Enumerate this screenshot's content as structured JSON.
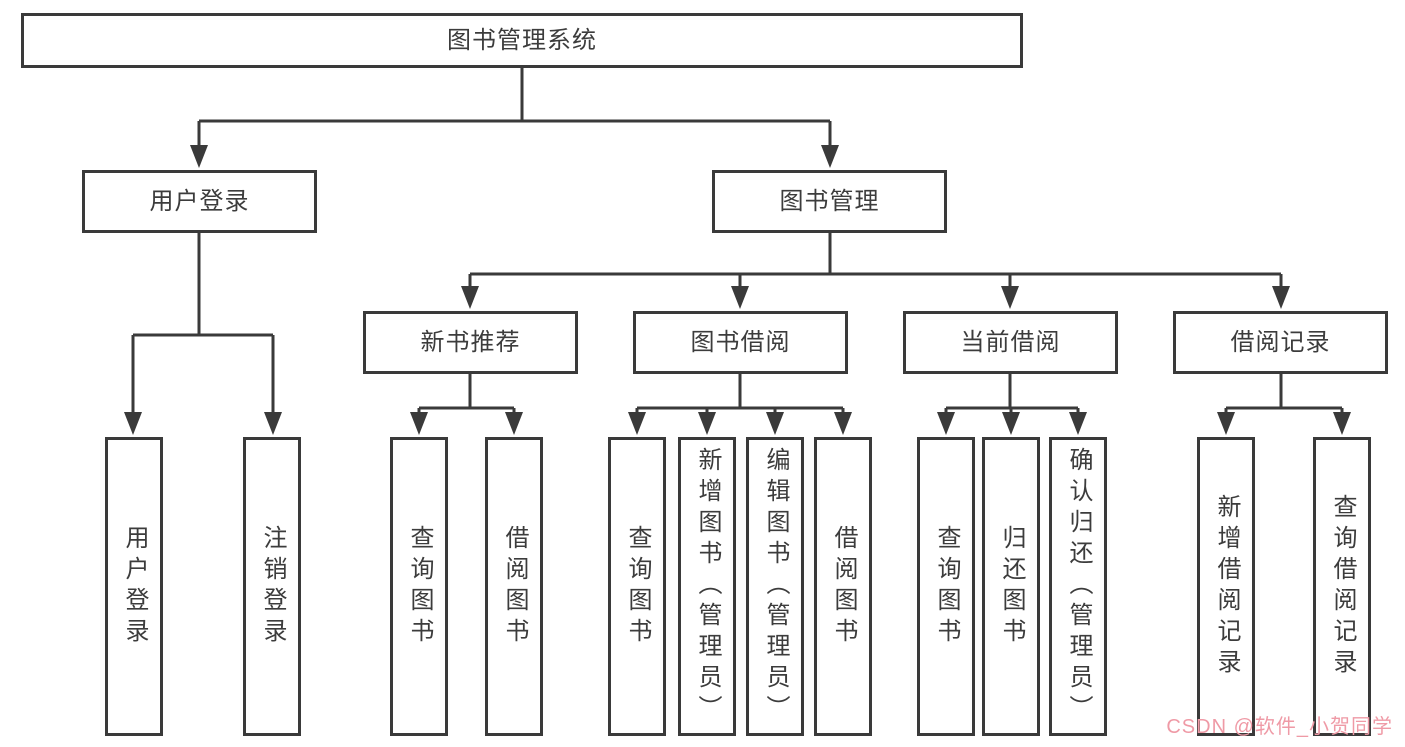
{
  "diagram": {
    "title": "图书管理系统",
    "line_color": "#3a3a3a",
    "text_color": "#3c3c3c",
    "watermark": "CSDN @软件_小贺同学",
    "watermark_color": "#ef9aa6",
    "level2": [
      {
        "label": "用户登录"
      },
      {
        "label": "图书管理"
      }
    ],
    "level3": [
      {
        "label": "新书推荐"
      },
      {
        "label": "图书借阅"
      },
      {
        "label": "当前借阅"
      },
      {
        "label": "借阅记录"
      }
    ],
    "leaves": [
      {
        "label": "用户登录"
      },
      {
        "label": "注销登录"
      },
      {
        "label": "查询图书"
      },
      {
        "label": "借阅图书"
      },
      {
        "label": "查询图书"
      },
      {
        "label": "新增图书（管理员）"
      },
      {
        "label": "编辑图书（管理员）"
      },
      {
        "label": "借阅图书"
      },
      {
        "label": "查询图书"
      },
      {
        "label": "归还图书"
      },
      {
        "label": "确认归还（管理员）"
      },
      {
        "label": "新增借阅记录"
      },
      {
        "label": "查询借阅记录"
      }
    ]
  }
}
